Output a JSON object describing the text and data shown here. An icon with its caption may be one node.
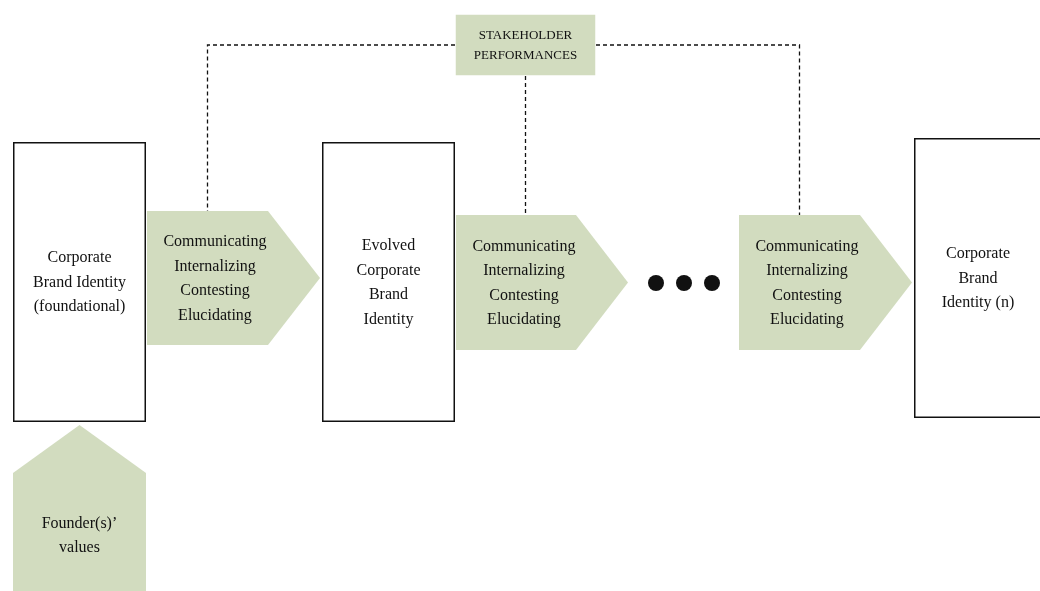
{
  "diagram": {
    "nodes": [
      {
        "text": [
          "STAKEHOLDER PERFORMANCES"
        ]
      },
      {
        "text": [
          "Corporate Brand Identity (foundational)"
        ]
      },
      {
        "text": [
          "Communicating Internalizing Contesting Elucidating"
        ]
      },
      {
        "text": [
          "Evolved Corporate Brand Identity"
        ]
      },
      {
        "text": [
          "Communicating Internalizing Contesting Elucidating"
        ]
      },
      {
        "text": [
          "Communicating Internalizing Contesting Elucidating"
        ]
      },
      {
        "text": [
          "Corporate Brand Identity (n)"
        ]
      },
      {
        "text": [
          "Founder(s)’ values"
        ]
      }
    ],
    "edges": [
      {
        "from": 0,
        "to": 2,
        "arrow": "none",
        "style": "dashed"
      },
      {
        "from": 0,
        "to": 4,
        "arrow": "none",
        "style": "dashed"
      },
      {
        "from": 0,
        "to": 5,
        "arrow": "none",
        "style": "dashed"
      }
    ]
  }
}
